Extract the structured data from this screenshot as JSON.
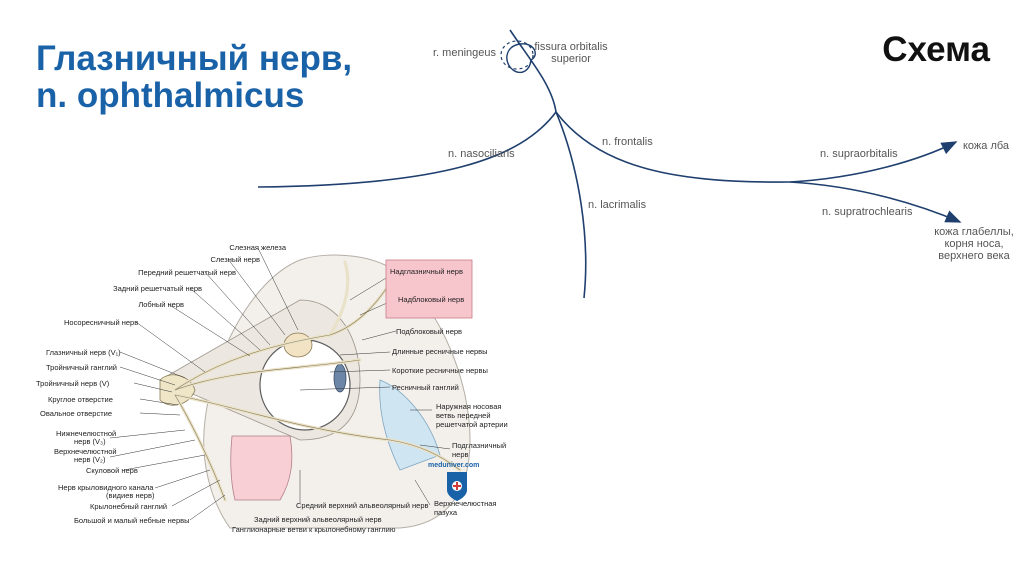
{
  "title": {
    "line1": "Глазничный нерв,",
    "line2": "n. ophthalmicus"
  },
  "subtitle": "Схема",
  "schema": {
    "meningeus": "r. meningeus",
    "fissura_line1": "fissura orbitalis",
    "fissura_line2": "superior",
    "nasociliaris": "n. nasociliaris",
    "frontalis": "n. frontalis",
    "lacrimalis": "n. lacrimalis",
    "supraorbitalis": "n. supraorbitalis",
    "supratrochlearis": "n. supratrochlearis",
    "target_forehead": "кожа лба",
    "target_glabella_line1": "кожа глабеллы,",
    "target_glabella_line2": "корня носа,",
    "target_glabella_line3": "верхнего века"
  },
  "colors": {
    "title": "#1a62a8",
    "nerve_line": "#1f3f6e",
    "label_box": "#f7c6cc"
  },
  "anatomy": {
    "left_labels": [
      "Слезная железа",
      "Слезный нерв",
      "Передний решетчатый нерв",
      "Задний решетчатый нерв",
      "Лобный нерв",
      "Носоресничный нерв",
      "Глазничный нерв (V₁)",
      "Тройничный ганглий",
      "Тройничный нерв (V)",
      "Круглое отверстие",
      "Овальное отверстие",
      "Нижнечелюстной",
      "нерв (V₃)",
      "Верхнечелюстной",
      "нерв (V₂)",
      "Скуловой нерв",
      "Нерв крыловидного канала",
      "(видиев нерв)",
      "Крылонебный ганглий",
      "Большой и малый небные нервы"
    ],
    "right_labels": [
      "Надглазничный нерв",
      "Надблоковый нерв",
      "Подблоковый нерв",
      "Длинные ресничные нервы",
      "Короткие ресничные нервы",
      "Ресничный ганглий",
      "Наружная носовая",
      "ветвь передней",
      "решетчатой артерии",
      "Подглазничный",
      "нерв",
      "Верхнечелюстная",
      "пазуха"
    ],
    "bottom_labels": [
      "Средний верхний альвеолярный нерв",
      "Задний верхний альвеолярный нерв",
      "Ганглионарные ветви к крылонебному ганглию"
    ],
    "watermark": "meduniver.com"
  }
}
